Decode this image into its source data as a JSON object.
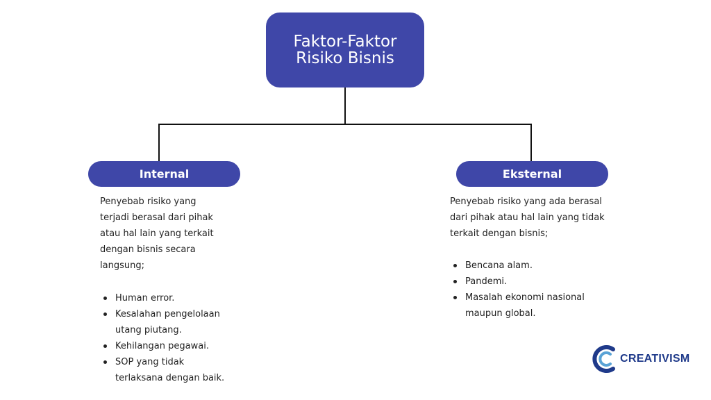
{
  "root": {
    "line1": "Faktor-Faktor",
    "line2": "Risiko Bisnis"
  },
  "internal": {
    "title": "Internal",
    "description": "Penyebab risiko yang terjadi berasal dari pihak atau hal lain yang terkait dengan bisnis secara langsung;",
    "items": [
      "Human error.",
      "Kesalahan pengelolaan utang piutang.",
      "Kehilangan pegawai.",
      "SOP yang tidak terlaksana dengan baik."
    ]
  },
  "eksternal": {
    "title": "Eksternal",
    "description": "Penyebab risiko yang ada berasal dari pihak atau hal lain yang tidak terkait dengan bisnis;",
    "items": [
      "Bencana alam.",
      "Pandemi.",
      "Masalah ekonomi nasional maupun global."
    ]
  },
  "brand": {
    "name": "CREATIVISM",
    "icon": "creativism-logo-icon"
  },
  "colors": {
    "primary": "#3f47a8",
    "line": "#111111",
    "logo": "#1f3a8a"
  }
}
